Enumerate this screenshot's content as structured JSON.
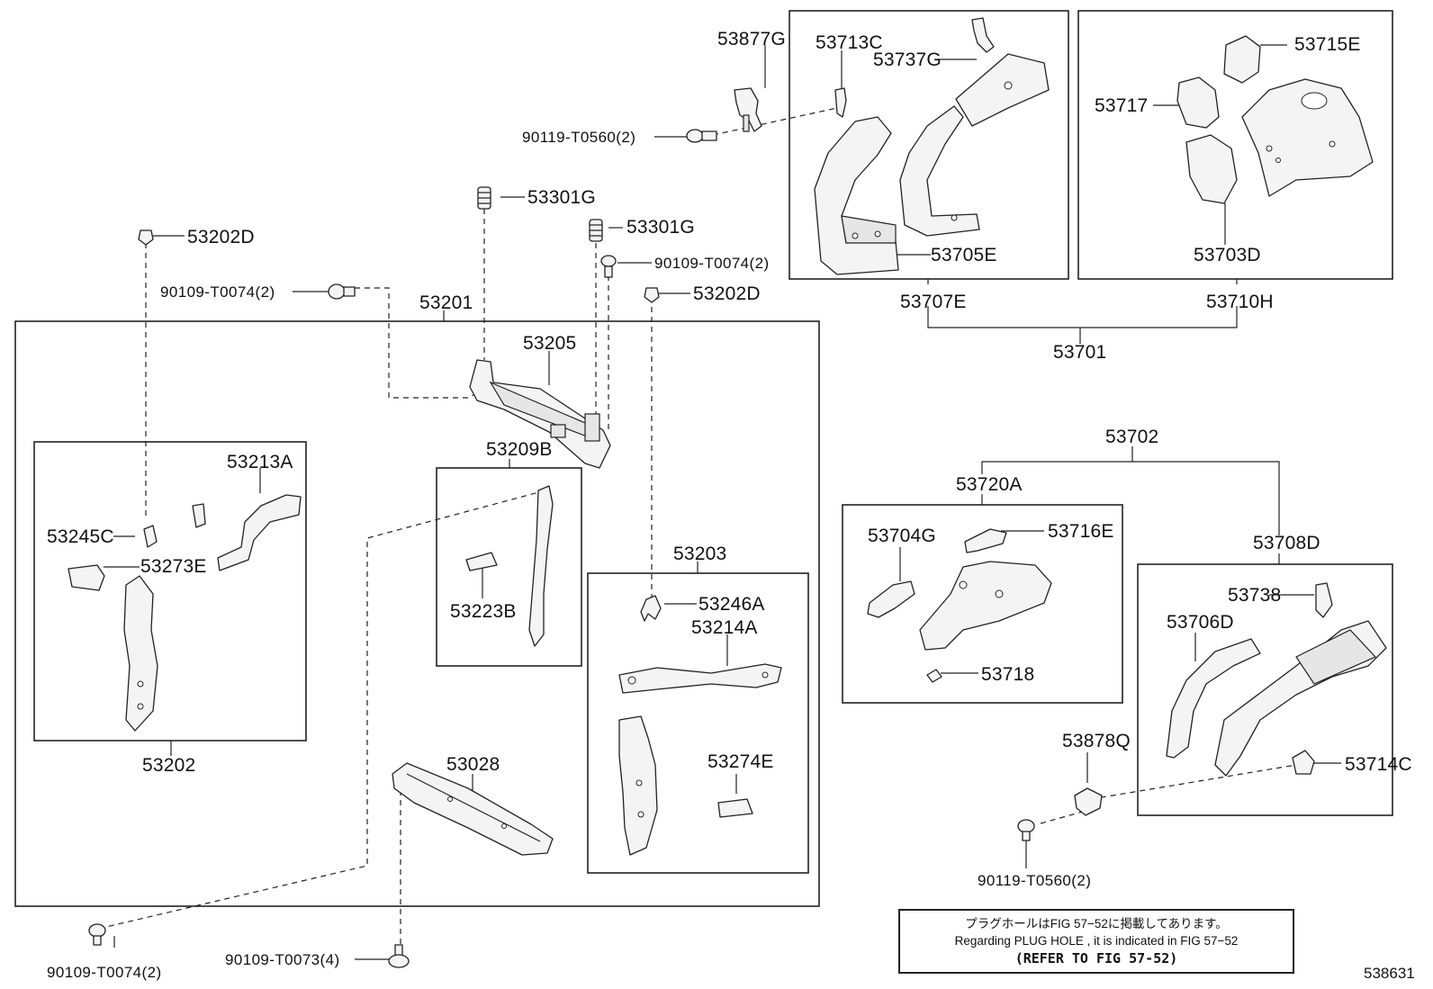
{
  "figure_number": "538631",
  "labels": {
    "p53877G": "53877G",
    "p53713C": "53713C",
    "p53737G": "53737G",
    "p53715E": "53715E",
    "p53717": "53717",
    "p90119_top": "90119-T0560(2)",
    "p53705E": "53705E",
    "p53703D": "53703D",
    "p53707E": "53707E",
    "p53710H": "53710H",
    "p53701": "53701",
    "p53301G_a": "53301G",
    "p53301G_b": "53301G",
    "p53202D_a": "53202D",
    "p90109_right": "90109-T0074(2)",
    "p90109_left": "90109-T0074(2)",
    "p53202D_b": "53202D",
    "p53201": "53201",
    "p53205": "53205",
    "p53209B": "53209B",
    "p53213A": "53213A",
    "p53245C": "53245C",
    "p53273E": "53273E",
    "p53223B": "53223B",
    "p53202": "53202",
    "p53203": "53203",
    "p53246A": "53246A",
    "p53214A": "53214A",
    "p53274E": "53274E",
    "p53028": "53028",
    "p90109_bl": "90109-T0074(2)",
    "p90109_t0073": "90109-T0073(4)",
    "p53702": "53702",
    "p53720A": "53720A",
    "p53704G": "53704G",
    "p53716E": "53716E",
    "p53718": "53718",
    "p53708D": "53708D",
    "p53738": "53738",
    "p53706D": "53706D",
    "p53878Q": "53878Q",
    "p53714C": "53714C",
    "p90119_bottom": "90119-T0560(2)"
  },
  "note": {
    "line_jp": "プラグホールはFIG 57−52に掲載してあります。",
    "line_en": "Regarding PLUG HOLE , it is indicated in FIG 57−52",
    "line_ref": "(REFER TO FIG 57-52)"
  }
}
